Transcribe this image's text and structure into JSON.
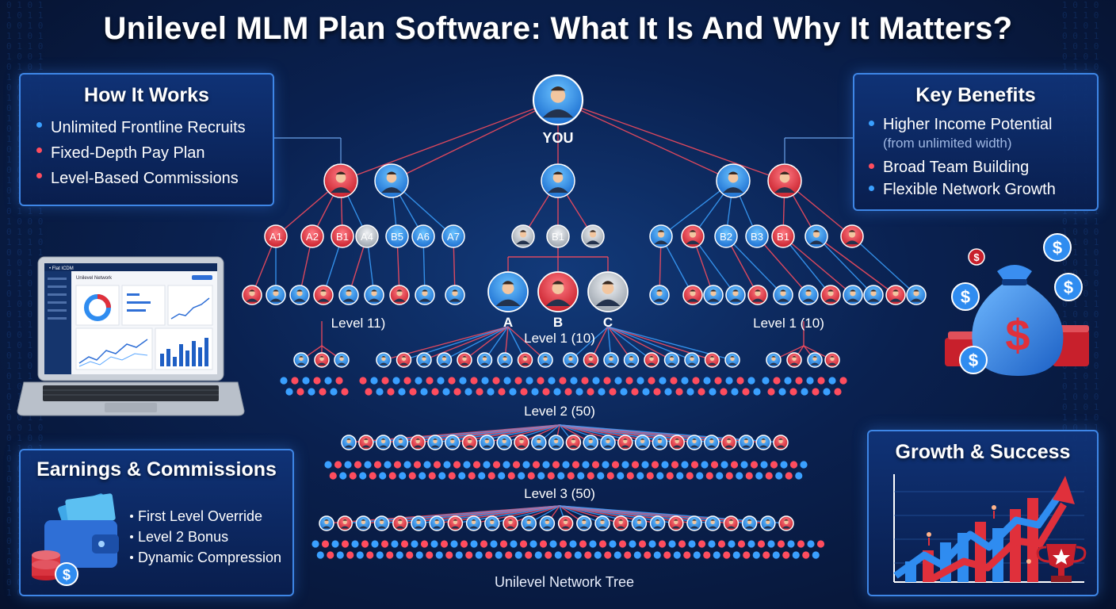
{
  "title": "Unilevel MLM Plan Software: What It Is And Why It Matters?",
  "how_it_works": {
    "heading": "How It Works",
    "items": [
      {
        "text": "Unlimited Frontline Recruits",
        "color": "#3aa0ff"
      },
      {
        "text": "Fixed-Depth Pay Plan",
        "color": "#ff4d5e"
      },
      {
        "text": "Level-Based Commissions",
        "color": "#ff4d5e"
      }
    ]
  },
  "key_benefits": {
    "heading": "Key Benefits",
    "item1": "Higher Income Potential",
    "item1_sub": "(from unlimited width)",
    "item2": "Broad Team Building",
    "item3": "Flexible Network Growth"
  },
  "earnings": {
    "heading": "Earnings & Commissions",
    "items": [
      "First Level Override",
      "Level 2 Bonus",
      "Dynamic Compression"
    ]
  },
  "growth": {
    "heading": "Growth & Success"
  },
  "tree": {
    "root_label": "YOU",
    "row1_labels": [
      "A1",
      "A2",
      "B1",
      "A4",
      "B5",
      "A6",
      "A7"
    ],
    "center_label": "B1",
    "right_labels": [
      "B2",
      "B3",
      "B1"
    ],
    "featured": [
      "A",
      "B",
      "C"
    ],
    "level_left": "Level 11)",
    "level_right": "Level 1 (10)",
    "level_1": "Level 1 (10)",
    "level_2": "Level 2 (50)",
    "level_3": "Level 3 (50)",
    "caption": "Unilevel Network Tree"
  },
  "laptop": {
    "brand": "• Flat ICDM",
    "screen_title": "Unilevel Network"
  },
  "colors": {
    "accent_blue": "#2f8cf0",
    "accent_red": "#e0303b",
    "panel_border": "#3e86e6",
    "money_green": "#2ec27e"
  },
  "icons": [
    "dollar-icon",
    "money-bag-icon",
    "wallet-icon",
    "trophy-icon",
    "growth-arrow-icon",
    "laptop-icon",
    "avatar-icon"
  ]
}
